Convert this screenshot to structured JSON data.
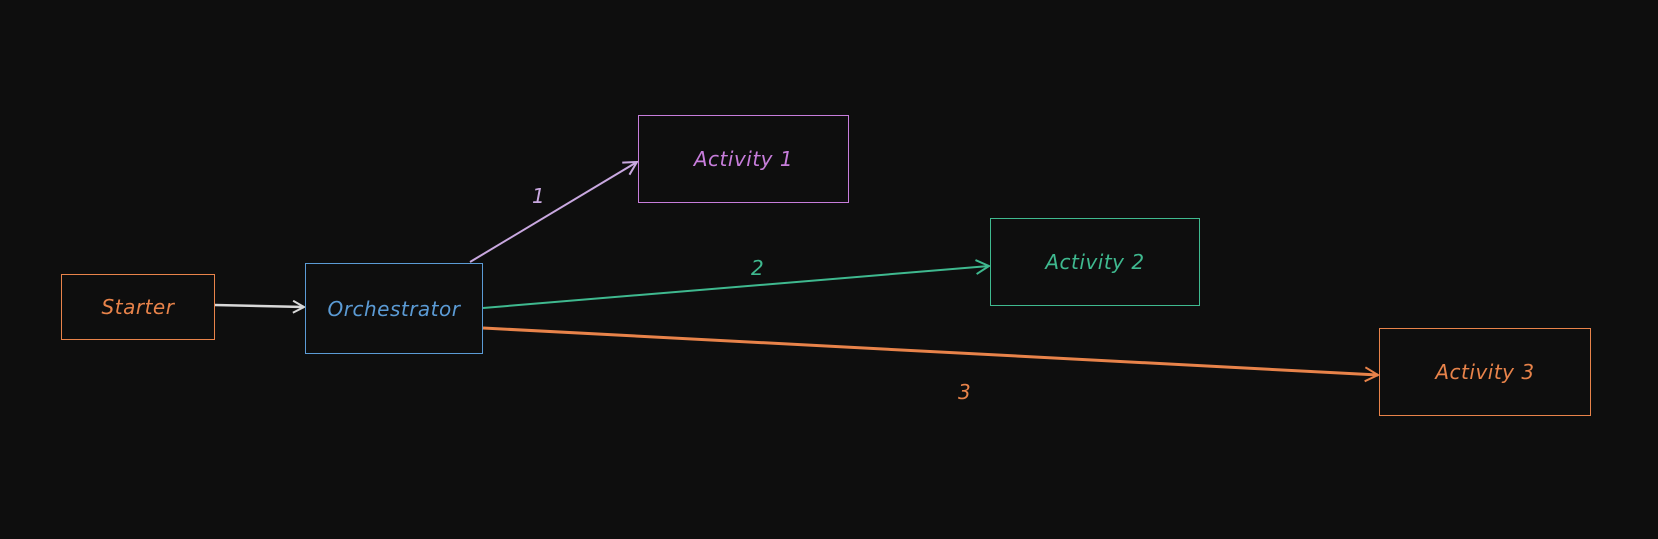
{
  "nodes": {
    "starter": {
      "label": "Starter",
      "color": "#e8834a"
    },
    "orchestrator": {
      "label": "Orchestrator",
      "color": "#5b9bd5"
    },
    "activity1": {
      "label": "Activity 1",
      "color": "#c77ddb"
    },
    "activity2": {
      "label": "Activity 2",
      "color": "#3fb98f"
    },
    "activity3": {
      "label": "Activity 3",
      "color": "#e8834a"
    }
  },
  "edges": [
    {
      "from": "starter",
      "to": "orchestrator",
      "label": "",
      "color": "#d8d8d8"
    },
    {
      "from": "orchestrator",
      "to": "activity1",
      "label": "1",
      "color": "#c9a8e0"
    },
    {
      "from": "orchestrator",
      "to": "activity2",
      "label": "2",
      "color": "#3fb98f"
    },
    {
      "from": "orchestrator",
      "to": "activity3",
      "label": "3",
      "color": "#e8834a"
    }
  ]
}
